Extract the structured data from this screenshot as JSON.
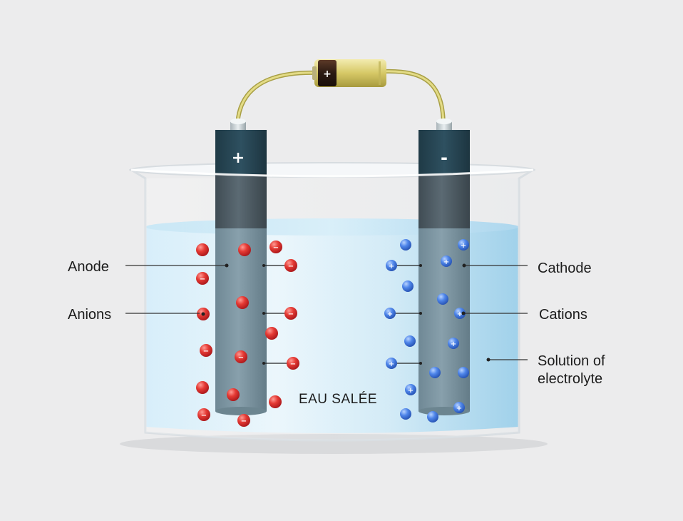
{
  "labels": {
    "anode": "Anode",
    "anions": "Anions",
    "cathode": "Cathode",
    "cations": "Cations",
    "solution_line1": "Solution of",
    "solution_line2": "electrolyte",
    "center": "EAU SALÉE"
  },
  "electrodes": {
    "anode_sign": "+",
    "cathode_sign": "-"
  },
  "battery": {
    "sign": "+"
  },
  "colors": {
    "background": "#ececed",
    "anion": "#e0262b",
    "cation": "#3f79e0",
    "electrode": "#4d5b64",
    "water": "#a9d8ef",
    "wire": "#d8cf6a"
  },
  "icons": {
    "battery": "battery-icon",
    "anion_marker": "minus-sign",
    "cation_marker": "plus-sign"
  }
}
